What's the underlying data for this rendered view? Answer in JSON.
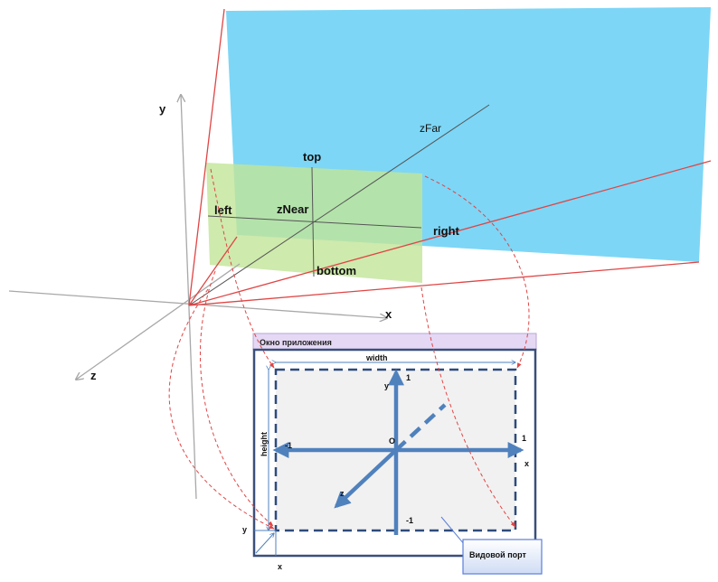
{
  "frustum": {
    "labels": {
      "y_axis": "y",
      "x_axis": "x",
      "z_axis": "z",
      "top": "top",
      "bottom": "bottom",
      "left": "left",
      "right": "right",
      "znear": "zNear",
      "zfar": "zFar"
    }
  },
  "window": {
    "title": "Окно приложения",
    "width_label": "width",
    "height_label": "height",
    "viewport_label": "Видовой порт"
  },
  "ndc": {
    "y_label": "y",
    "x_label": "x",
    "z_label": "z",
    "origin_label": "O",
    "y_top": "1",
    "y_bottom": "-1",
    "x_left": "-1",
    "x_right": "1"
  },
  "corner": {
    "x_label": "x",
    "y_label": "y"
  },
  "colors": {
    "far_plane": "#7dd6f6",
    "near_plane": "#c2e598",
    "frustum_edge": "#e04545",
    "world_axis": "#a8a8a8",
    "ndc_arrow": "#4f81bd",
    "window_border": "#3a4f7a",
    "title_bar": "#e5d8f4",
    "viewport_box": "#5b7fd8"
  }
}
